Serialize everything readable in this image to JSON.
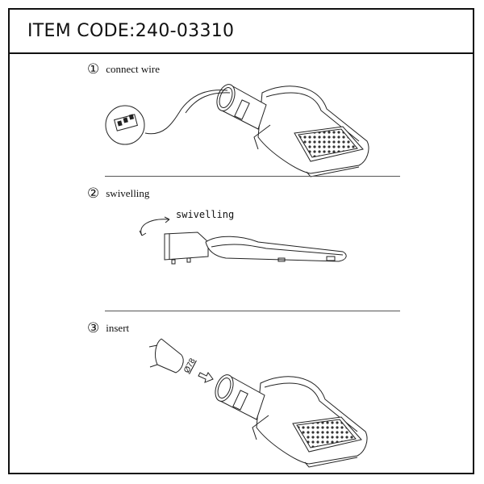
{
  "header": {
    "title": "ITEM CODE:240-03310"
  },
  "steps": [
    {
      "number": "①",
      "label": "connect wire"
    },
    {
      "number": "②",
      "label": "swivelling",
      "annotation": "swivelling"
    },
    {
      "number": "③",
      "label": "insert",
      "dimension": "Ø78"
    }
  ]
}
